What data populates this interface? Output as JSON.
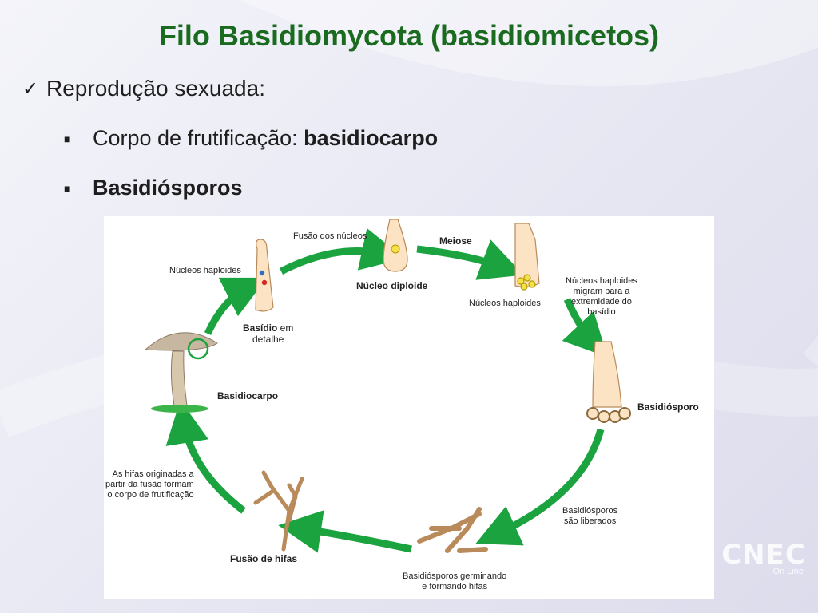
{
  "slide": {
    "title": "Filo Basidiomycota (basidiomicetos)",
    "bullets": {
      "level1": {
        "marker": "✓",
        "text": "Reprodução sexuada:"
      },
      "level2": [
        {
          "marker": "■",
          "text": "Corpo de frutificação: ",
          "bold": "basidiocarpo"
        },
        {
          "marker": "■",
          "bold": "Basidiósporos"
        }
      ]
    }
  },
  "diagram": {
    "labels": {
      "fusao_nucleos": "Fusão dos núcleos",
      "meiose": "Meiose",
      "nucleos_haploides_left": "Núcleos haploides",
      "nucleo_diploide": "Núcleo diploide",
      "nucleos_haploides_mid": "Núcleos haploides",
      "nucleos_migram": "Núcleos haploides\nmigram para a\nextremidade do\nbasídio",
      "basidio_detalhe_bold": "Basídio",
      "basidio_detalhe_rest": " em\ndetalhe",
      "basidiocarpo": "Basidiocarpo",
      "basidiosporo": "Basidiósporo",
      "hifas_originadas": "As hifas originadas a\npartir da fusão formam\no corpo de frutificação",
      "basidiosporos_liberados": "Basidiósporos\nsão liberados",
      "fusao_hifas": "Fusão de hifas",
      "germinando": "Basidiósporos germinando\ne formando hifas"
    },
    "colors": {
      "arrow": "#1aa33e",
      "basidium_fill": "#fbe3c4",
      "basidium_stroke": "#b98a5a",
      "nucleus_blue": "#2d6fc0",
      "nucleus_red": "#d6281f",
      "nucleus_yellow": "#f4e04a",
      "mushroom_cap": "#c8b7a0",
      "grass": "#3bb54a"
    }
  },
  "logo": {
    "main": "CNEC",
    "sub": "On Line"
  }
}
